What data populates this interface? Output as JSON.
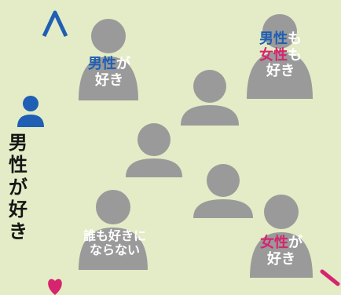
{
  "colors": {
    "background": "#e3ecc6",
    "person": "#9a9a9a",
    "male": "#1f5fb4",
    "female": "#d6246e",
    "axis_text": "#151515",
    "label_text": "#ffffff"
  },
  "y_axis": {
    "icon": "person-icon",
    "chars": [
      "男",
      "性",
      "が",
      "好",
      "き"
    ]
  },
  "x_axis": {
    "origin_icon": "heart-icon",
    "arrow_icon": "arrow-right-icon"
  },
  "figures": {
    "likes_men": {
      "line1": [
        {
          "text": "男性",
          "tone": "male"
        },
        {
          "text": "が",
          "tone": "plain"
        }
      ],
      "line2": "好き"
    },
    "likes_both": {
      "line1": [
        {
          "text": "男性",
          "tone": "male"
        },
        {
          "text": "も",
          "tone": "plain"
        }
      ],
      "line2": [
        {
          "text": "女性",
          "tone": "female"
        },
        {
          "text": "も",
          "tone": "plain"
        }
      ],
      "line3": "好き"
    },
    "likes_nobody": {
      "line1": "誰も好きに",
      "line2": "ならない"
    },
    "likes_women": {
      "line1": [
        {
          "text": "女性",
          "tone": "female"
        },
        {
          "text": "が",
          "tone": "plain"
        }
      ],
      "line2": "好き"
    }
  }
}
